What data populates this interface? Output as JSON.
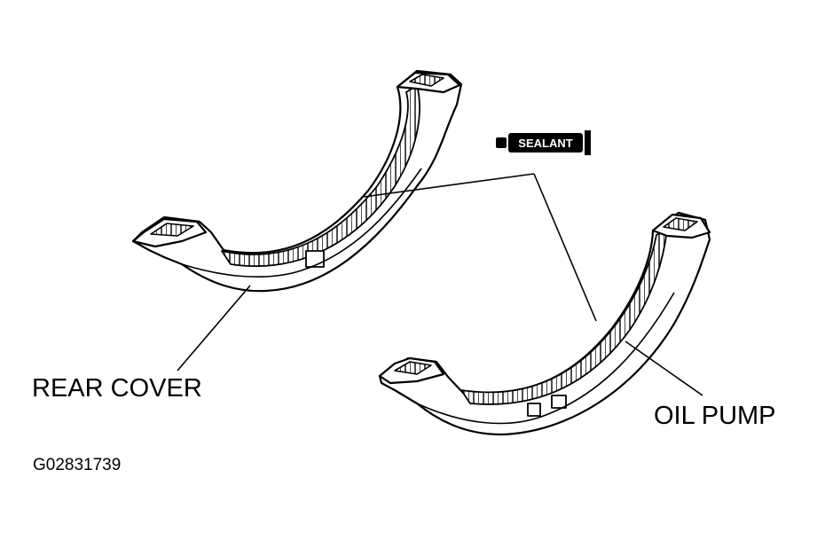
{
  "labels": {
    "rear_cover": "REAR COVER",
    "oil_pump": "OIL PUMP",
    "sealant": "SEALANT",
    "figure_code": "G02831739"
  },
  "colors": {
    "ink": "#000000",
    "paper": "#ffffff"
  }
}
